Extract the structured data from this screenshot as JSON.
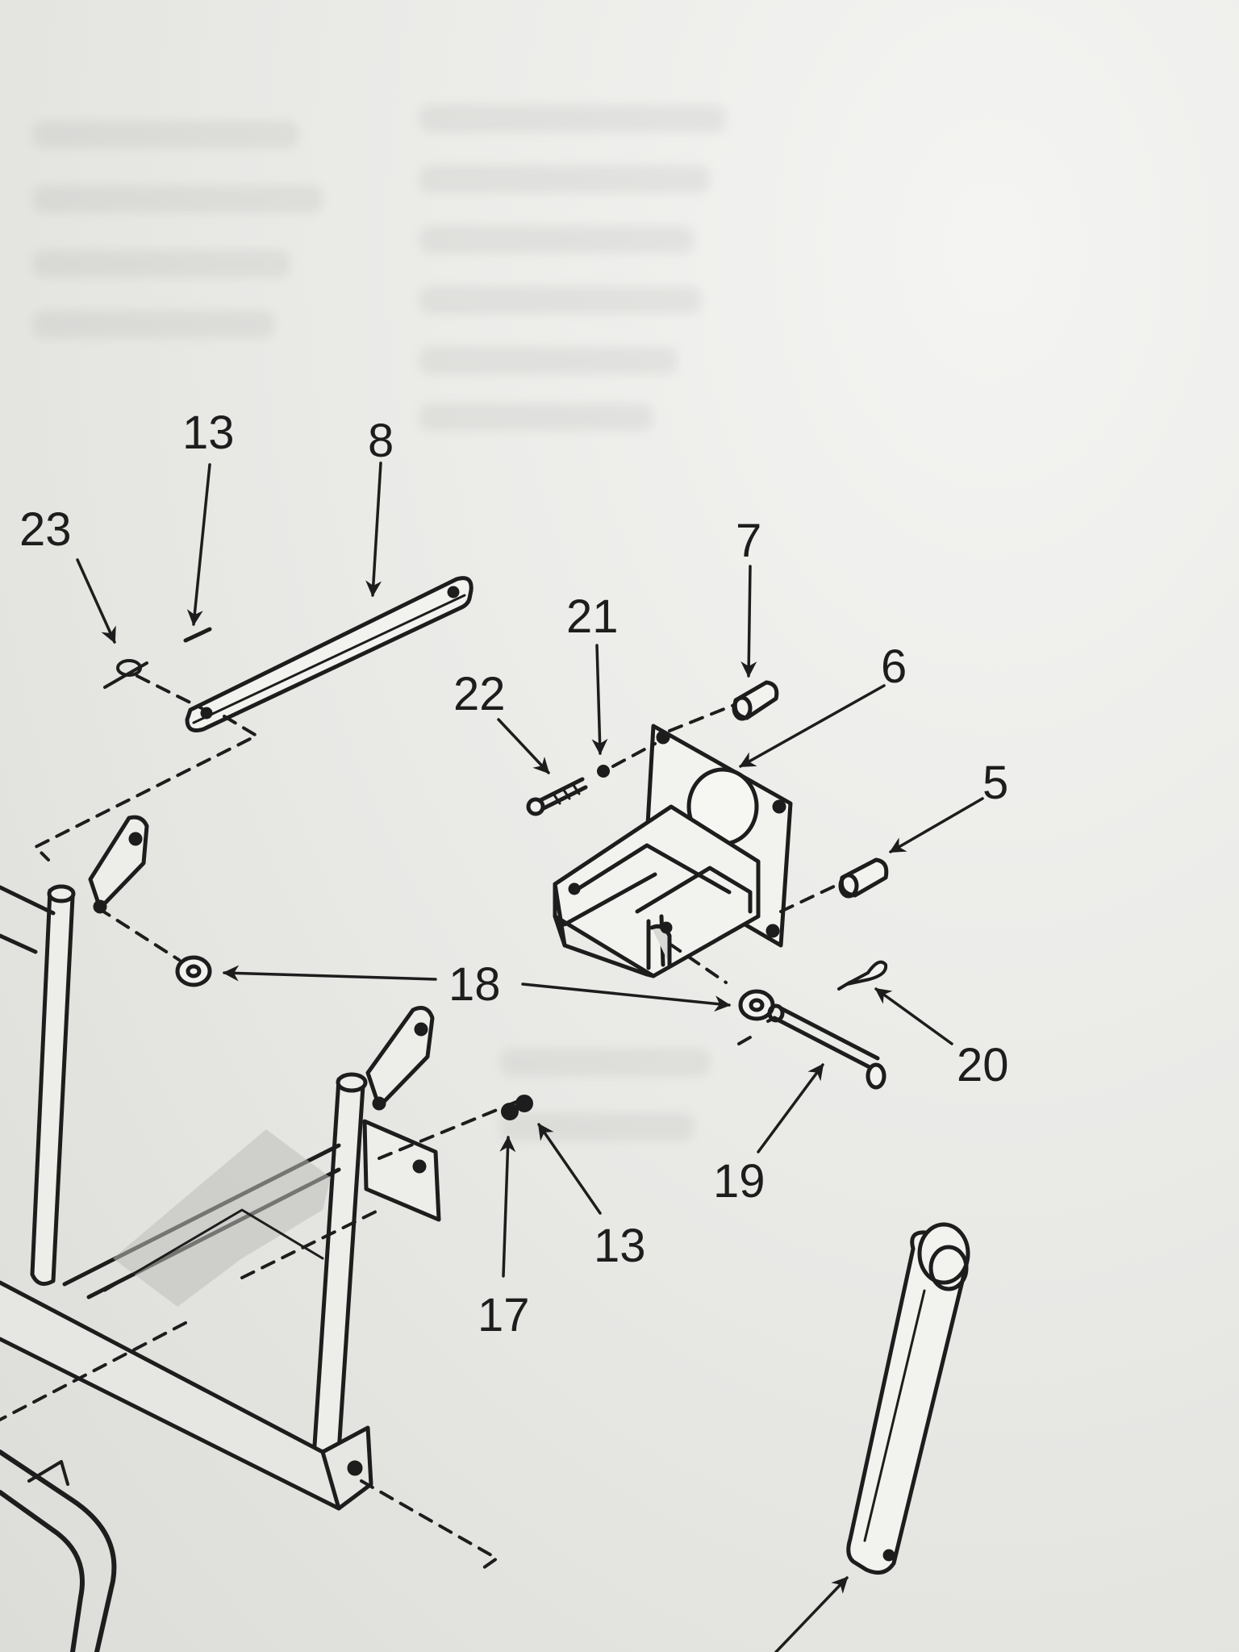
{
  "diagram": {
    "callouts": {
      "c23": "23",
      "c13_top": "13",
      "c8": "8",
      "c7": "7",
      "c21": "21",
      "c22": "22",
      "c6": "6",
      "c5": "5",
      "c18": "18",
      "c20": "20",
      "c19": "19",
      "c13_bottom": "13",
      "c17": "17"
    }
  }
}
